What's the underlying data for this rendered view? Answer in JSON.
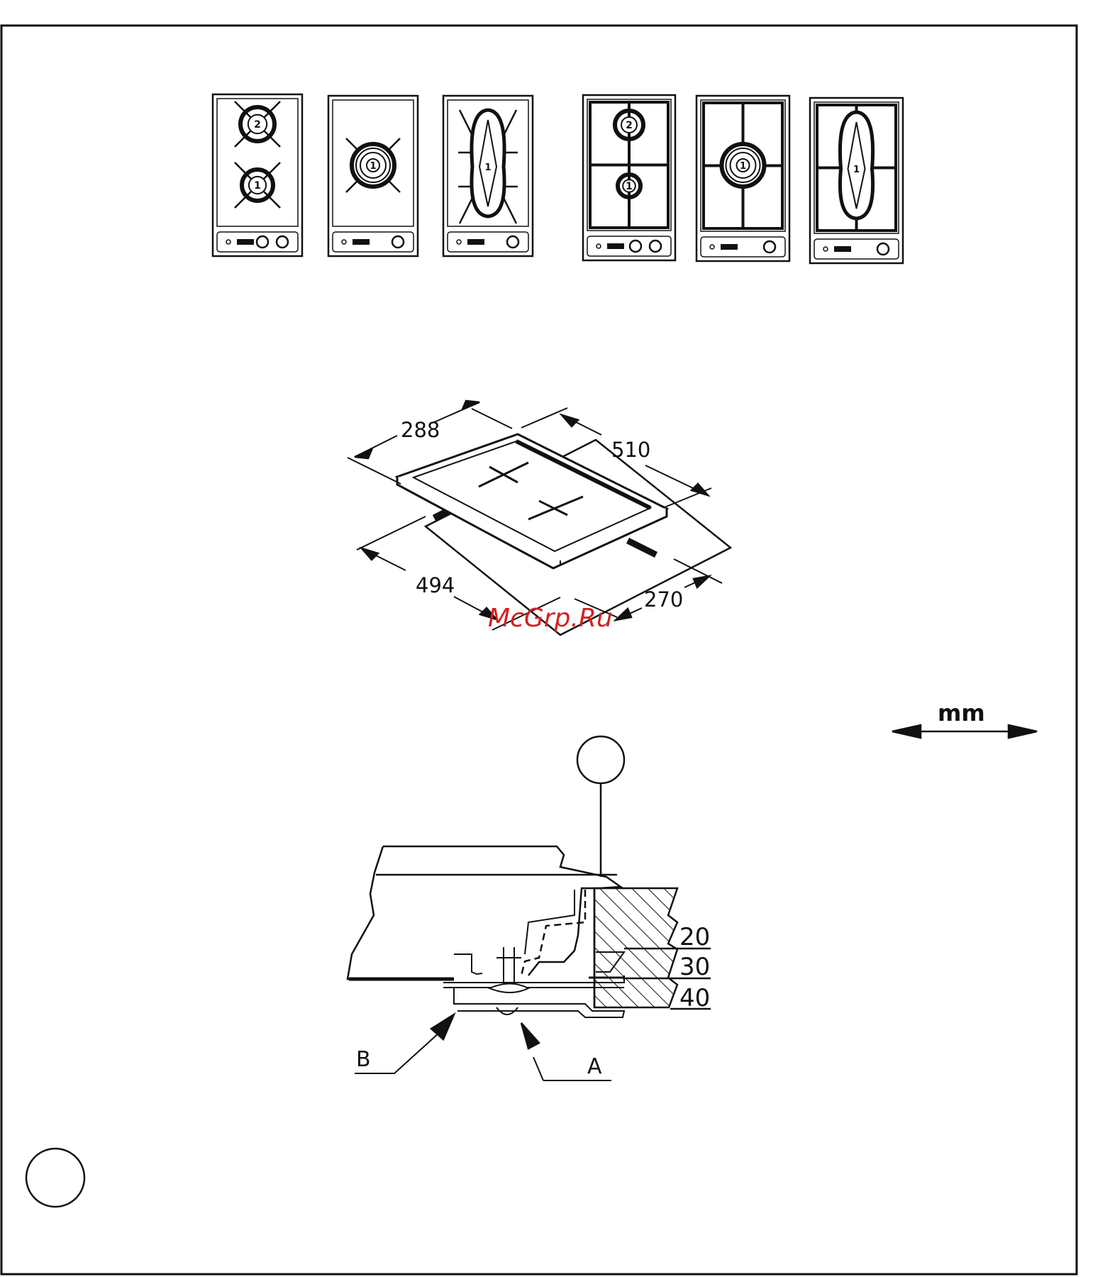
{
  "hobs": [
    {
      "id": "hob-1",
      "burners": [
        "2",
        "1"
      ],
      "style": "gas-two-burner",
      "knobs": 2
    },
    {
      "id": "hob-2",
      "burners": [
        "1"
      ],
      "style": "gas-wok",
      "knobs": 1
    },
    {
      "id": "hob-3",
      "burners": [
        "1"
      ],
      "style": "gas-fish",
      "knobs": 1
    },
    {
      "id": "hob-4",
      "burners": [
        "2",
        "1"
      ],
      "style": "grid-two-burner",
      "knobs": 2
    },
    {
      "id": "hob-5",
      "burners": [
        "1"
      ],
      "style": "grid-wok",
      "knobs": 1
    },
    {
      "id": "hob-6",
      "burners": [
        "1"
      ],
      "style": "grid-fish",
      "knobs": 1
    }
  ],
  "dimensions": {
    "depth_top": "288",
    "width_top": "510",
    "width_cutout": "494",
    "depth_cutout": "270"
  },
  "watermark": "McGrp.Ru",
  "unit_label": "mm",
  "section": {
    "thickness_labels": [
      "20",
      "30",
      "40"
    ],
    "label_a": "A",
    "label_b": "B"
  }
}
